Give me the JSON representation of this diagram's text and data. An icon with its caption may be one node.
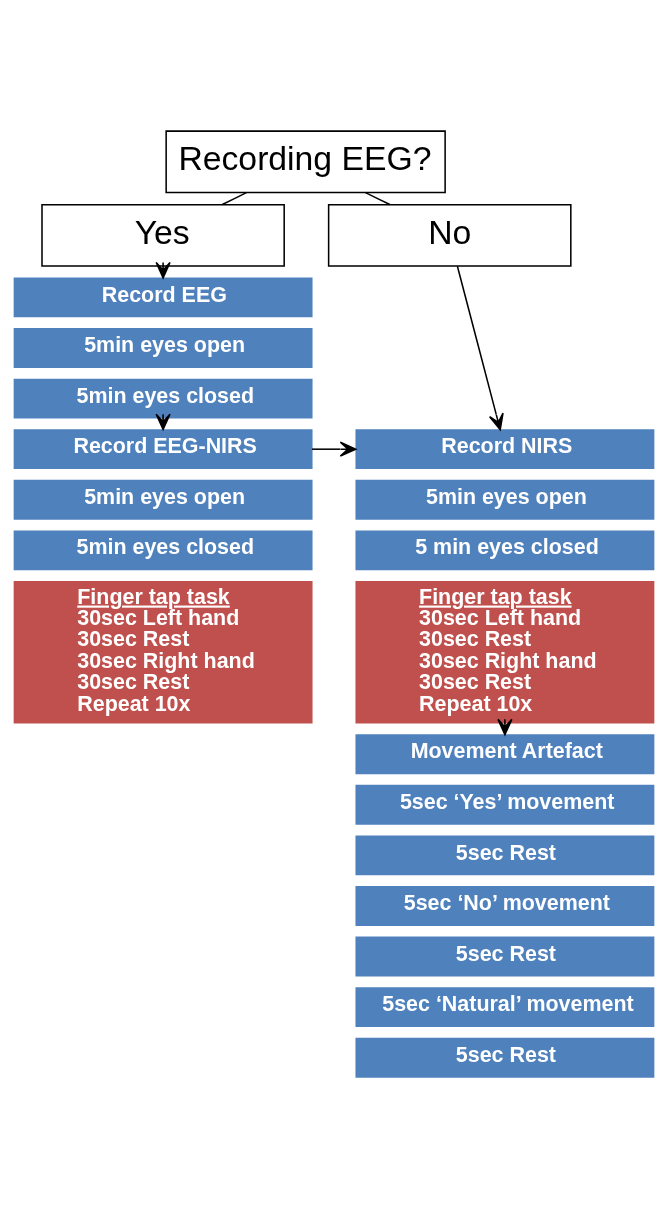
{
  "diagram": {
    "nodes": [
      {
        "text": [
          "Recording EEG?"
        ]
      },
      {
        "text": [
          "Yes"
        ]
      },
      {
        "text": [
          "No"
        ]
      },
      {
        "text": [
          "Record EEG"
        ]
      },
      {
        "text": [
          "5min eyes open"
        ]
      },
      {
        "text": [
          "5min eyes closed"
        ]
      },
      {
        "text": [
          "Record EEG-NIRS"
        ]
      },
      {
        "text": [
          "5min eyes open"
        ]
      },
      {
        "text": [
          "5min eyes closed"
        ]
      },
      {
        "text": [
          "Finger tap task",
          "30sec Left hand",
          "30sec Rest",
          "30sec Right hand",
          "30sec Rest",
          "Repeat 10x"
        ]
      },
      {
        "text": [
          "Record NIRS"
        ]
      },
      {
        "text": [
          "5min eyes open"
        ]
      },
      {
        "text": [
          "5 min eyes closed"
        ]
      },
      {
        "text": [
          "Finger tap task",
          "30sec Left hand",
          "30sec Rest",
          "30sec Right hand",
          "30sec Rest",
          "Repeat 10x"
        ]
      },
      {
        "text": [
          "Movement Artefact"
        ]
      },
      {
        "text": [
          "5sec ‘Yes’ movement"
        ]
      },
      {
        "text": [
          "5sec Rest"
        ]
      },
      {
        "text": [
          "5sec ‘No’ movement"
        ]
      },
      {
        "text": [
          "5sec Rest"
        ]
      },
      {
        "text": [
          "5sec ‘Natural’ movement"
        ]
      },
      {
        "text": [
          "5sec Rest"
        ]
      }
    ],
    "edges": [
      {
        "from": 0,
        "to": 1,
        "arrow": "none"
      },
      {
        "from": 0,
        "to": 2,
        "arrow": "none"
      },
      {
        "from": 1,
        "to": 3,
        "arrow": "to"
      },
      {
        "from": 5,
        "to": 6,
        "arrow": "to"
      },
      {
        "from": 6,
        "to": 10,
        "arrow": "to"
      },
      {
        "from": 2,
        "to": 10,
        "arrow": "to"
      },
      {
        "from": 13,
        "to": 14,
        "arrow": "to"
      }
    ]
  }
}
